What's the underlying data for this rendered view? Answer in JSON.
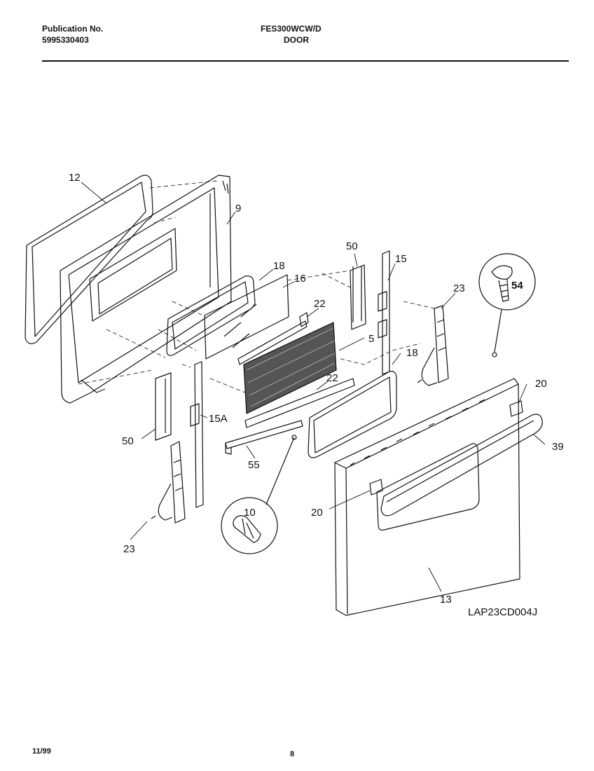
{
  "header": {
    "publication_label": "Publication No.",
    "publication_number": "5995330403",
    "model": "FES300WCW/D",
    "section": "DOOR"
  },
  "diagram": {
    "code": "LAP23CD004J",
    "callouts": {
      "c12": "12",
      "c9": "9",
      "c18a": "18",
      "c16": "16",
      "c50a": "50",
      "c15": "15",
      "c23a": "23",
      "c54": "54",
      "c22a": "22",
      "c5": "5",
      "c18b": "18",
      "c22b": "22",
      "c20a": "20",
      "c15a": "15A",
      "c50b": "50",
      "c39": "39",
      "c55": "55",
      "c10": "10",
      "c20b": "20",
      "c23b": "23",
      "c13": "13"
    }
  },
  "footer": {
    "date": "11/99",
    "page": "8"
  }
}
